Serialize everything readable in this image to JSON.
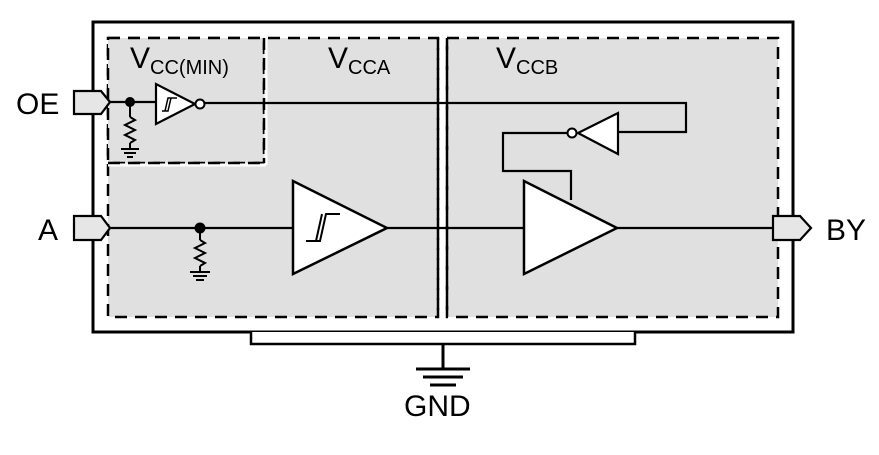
{
  "diagram": {
    "title": "Level translator block diagram",
    "colors": {
      "domain_fill": "#e0e0e0",
      "port_fill": "#e6e6e6",
      "line": "#000000",
      "background": "#ffffff"
    },
    "domains": [
      {
        "id": "vcc_min",
        "main": "V",
        "sub": "CC(MIN)"
      },
      {
        "id": "vcca",
        "main": "V",
        "sub": "CCA"
      },
      {
        "id": "vccb",
        "main": "V",
        "sub": "CCB"
      }
    ],
    "pins": {
      "oe": "OE",
      "a": "A",
      "by": "BY",
      "gnd": "GND"
    },
    "components": [
      {
        "id": "oe-pulldown",
        "type": "resistor-to-ground",
        "domain": "vcc_min"
      },
      {
        "id": "oe-schmitt-inverter",
        "type": "schmitt-inverter",
        "domain": "vcc_min"
      },
      {
        "id": "a-pulldown",
        "type": "resistor-to-ground",
        "domain": "vcca"
      },
      {
        "id": "a-schmitt-buffer",
        "type": "schmitt-buffer",
        "domain": "vcca"
      },
      {
        "id": "oe-inverter",
        "type": "inverter",
        "domain": "vccb"
      },
      {
        "id": "output-buffer",
        "type": "tri-state-buffer",
        "domain": "vccb"
      }
    ]
  }
}
